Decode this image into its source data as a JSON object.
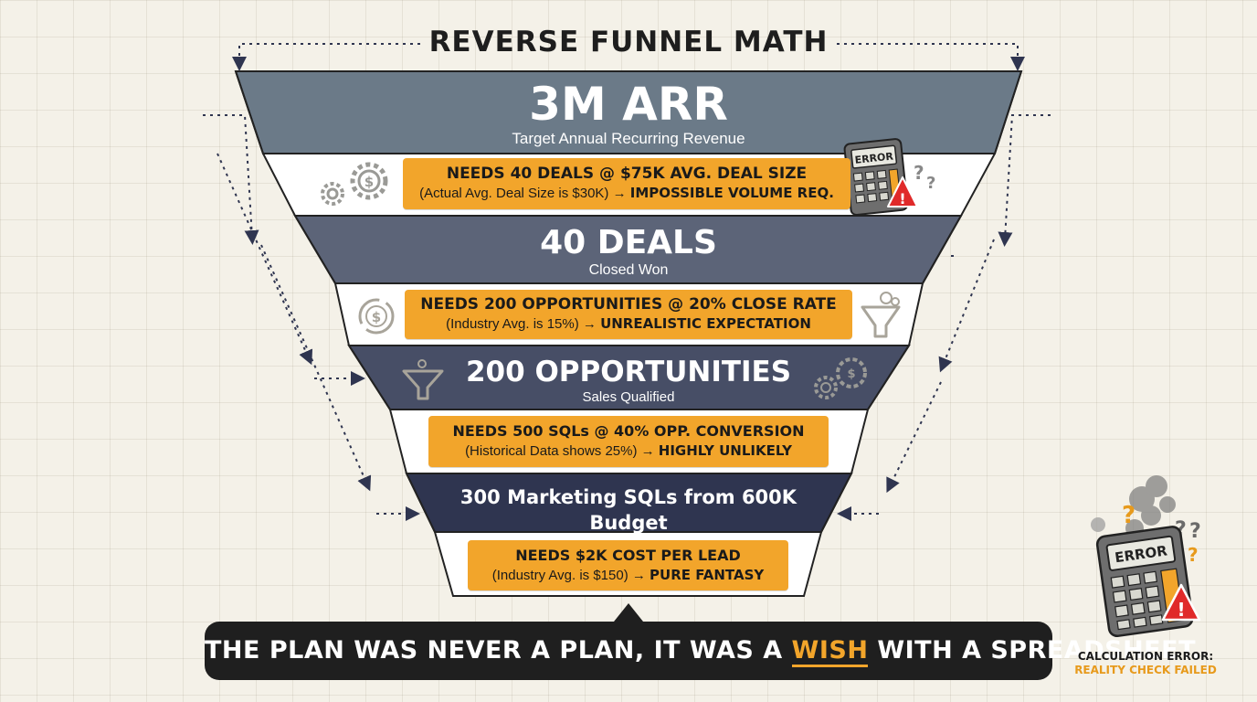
{
  "title": "REVERSE FUNNEL MATH",
  "stages": [
    {
      "headline": "3M ARR",
      "subtitle": "Target Annual Recurring Revenue",
      "color": "#6b7a88"
    },
    {
      "headline": "40 DEALS",
      "subtitle": "Closed Won",
      "color": "#5c6478"
    },
    {
      "headline": "200 OPPORTUNITIES",
      "subtitle": "Sales Qualified",
      "color": "#474e66"
    },
    {
      "headline": "300 Marketing SQLs from 600K Budget",
      "subtitle": "Marketing Qualified Leads",
      "color": "#2f3550"
    }
  ],
  "callouts": [
    {
      "line1": "NEEDS 40 DEALS @ $75K AVG. DEAL SIZE",
      "line2_prefix": "(Actual Avg. Deal Size is $30K) → ",
      "line2_emphasis": "IMPOSSIBLE VOLUME REQ."
    },
    {
      "line1": "NEEDS 200 OPPORTUNITIES @ 20% CLOSE RATE",
      "line2_prefix": "(Industry Avg. is 15%) → ",
      "line2_emphasis": "UNREALISTIC EXPECTATION"
    },
    {
      "line1": "NEEDS 500 SQLs @ 40% OPP. CONVERSION",
      "line2_prefix": "(Historical Data shows 25%) → ",
      "line2_emphasis": "HIGHLY UNLIKELY"
    },
    {
      "line1": "NEEDS $2K COST PER LEAD",
      "line2_prefix": "(Industry Avg. is $150) → ",
      "line2_emphasis": "PURE FANTASY"
    }
  ],
  "banner": {
    "before": "THE PLAN WAS NEVER A PLAN, IT WAS A ",
    "highlight": "WISH",
    "after": " WITH A SPREADSHEET."
  },
  "error_badge": {
    "small": "ERROR",
    "large": "ERROR"
  },
  "error_caption": {
    "line1": "CALCULATION ERROR:",
    "line2": "REALITY CHECK FAILED"
  },
  "icons": [
    "gear-dollar-icon",
    "calculator-error-icon",
    "warning-icon",
    "question-marks-icon",
    "dollar-cycle-icon",
    "funnel-icon",
    "smoke-icon"
  ],
  "colors": {
    "accent": "#f2a52b",
    "alert": "#e02a2a",
    "ink": "#1f1f1f"
  }
}
